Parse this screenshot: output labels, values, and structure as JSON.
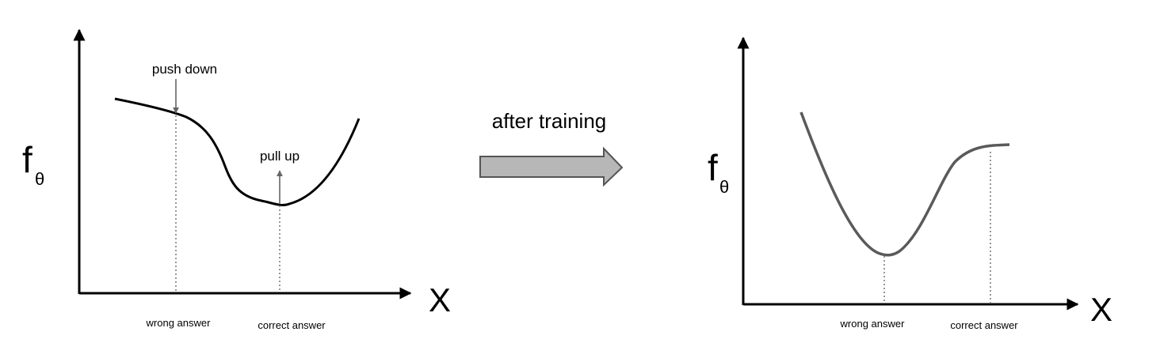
{
  "left_panel": {
    "y_axis_symbol": "f",
    "y_axis_subscript": "θ",
    "x_axis_label": "X",
    "annotations": {
      "push_label": "push down",
      "pull_label": "pull up"
    },
    "x_points": {
      "wrong_label": "wrong answer",
      "correct_label": "correct answer"
    }
  },
  "transition": {
    "label": "after training"
  },
  "right_panel": {
    "y_axis_symbol": "f",
    "y_axis_subscript": "θ",
    "x_axis_label": "X",
    "x_points": {
      "wrong_label": "wrong answer",
      "correct_label": "correct answer"
    }
  },
  "colors": {
    "axis": "#000000",
    "left_curve": "#000000",
    "right_curve": "#5a5a5a",
    "guide_line": "#777777",
    "annotation_arrow": "#666666",
    "transition_arrow_fill": "#b7b7b7",
    "transition_arrow_stroke": "#555555"
  }
}
